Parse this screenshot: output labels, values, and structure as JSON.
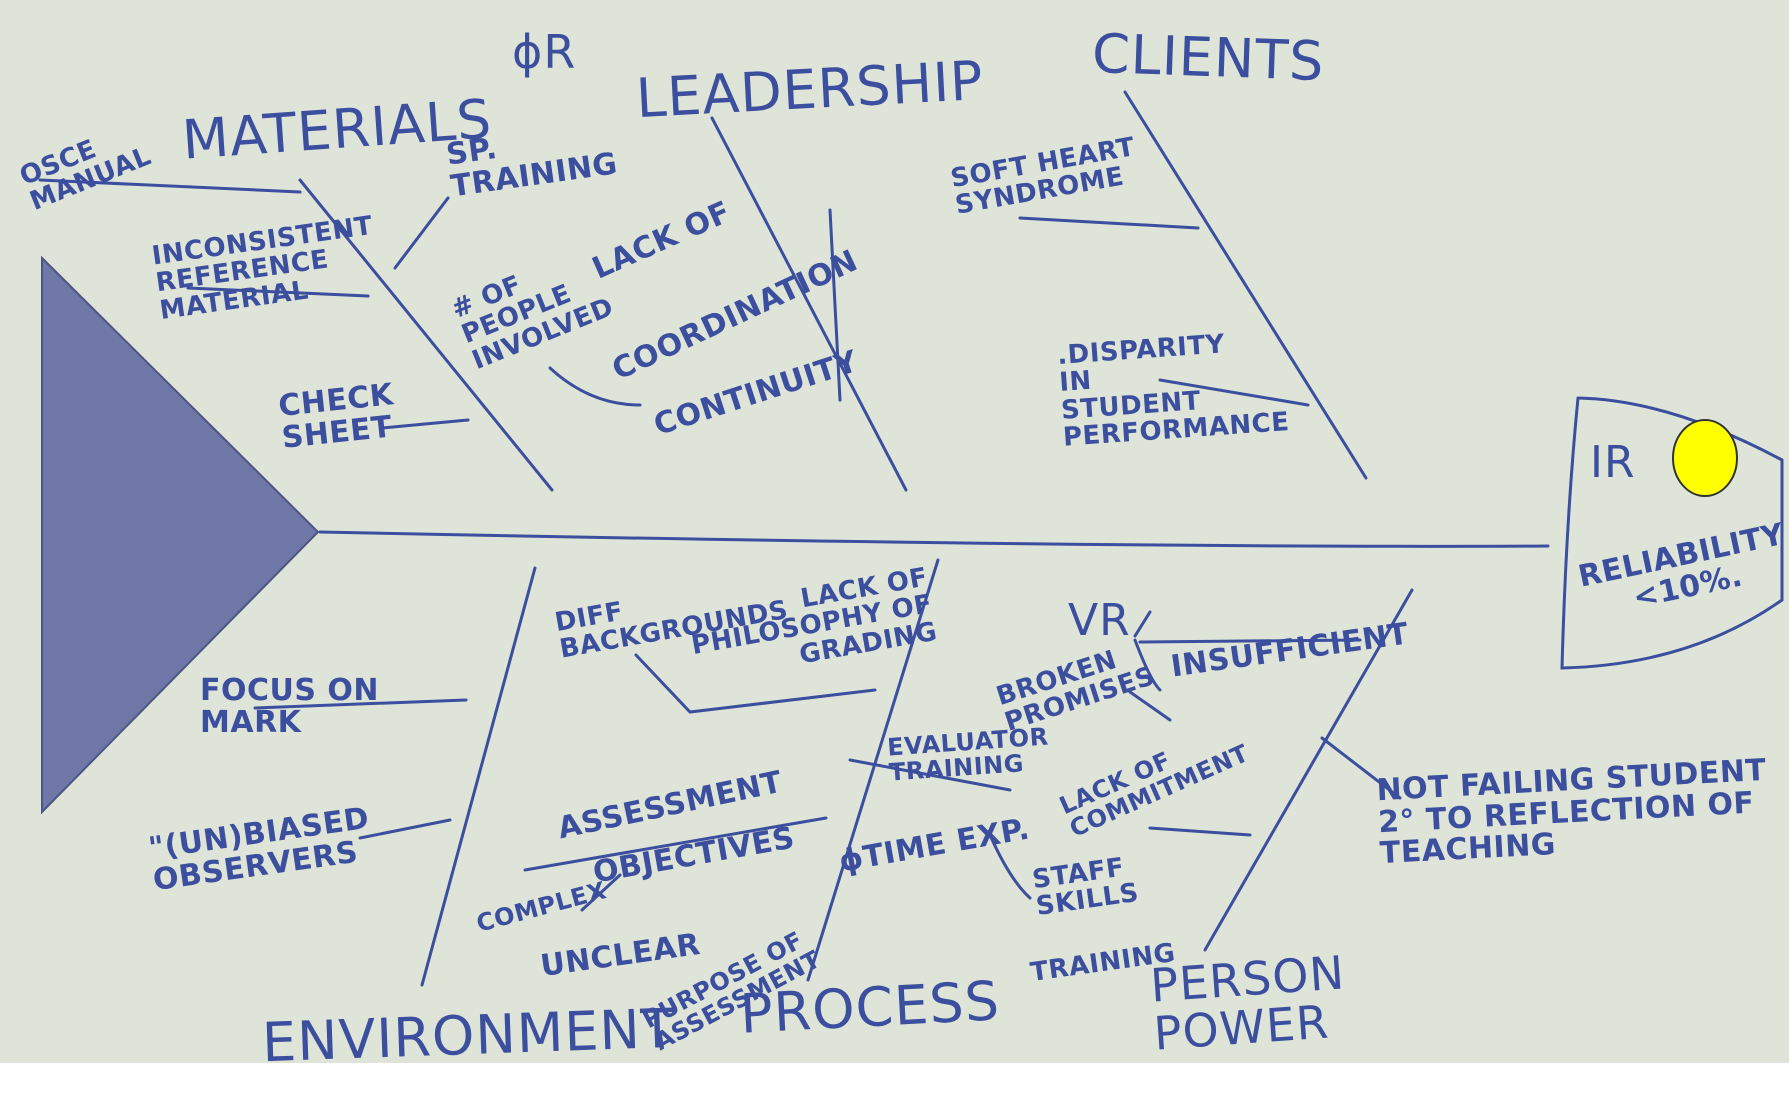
{
  "categories": {
    "materials": "MATERIALS",
    "leadership": "LEADERSHIP",
    "clients": "CLIENTS",
    "environment": "ENVIRONMENT",
    "process": "PROCESS",
    "person_power": "PERSON\nPOWER"
  },
  "causes": {
    "osce_manual": "OSCE\nMANUAL",
    "sp_training": "SP.\nTRAINING",
    "phi_r": "ɸR",
    "inconsistent": "INCONSISTENT\nREFERENCE\nMATERIAL",
    "check_sheet": "CHECK\nSHEET",
    "num_people": "# OF\nPEOPLE\nINVOLVED",
    "lack_of": "LACK OF",
    "coordination": "COORDINATION",
    "continuity": "CONTINUITY",
    "soft_heart": "SOFT HEART\nSYNDROME",
    "disparity": ".DISPARITY\nIN\nSTUDENT\nPERFORMANCE",
    "diff_backgrounds": "DIFF\nBACKGROUNDS",
    "lack_philosophy": "LACK OF\nPHILOSOPHY OF\nGRADING",
    "focus_on_mark": "FOCUS ON\nMARK",
    "unbiased": "\"(UN)BIASED\nOBSERVERS",
    "assessment": "ASSESSMENT",
    "complex": "COMPLEX",
    "objectives": "OBJECTIVES",
    "unclear": "UNCLEAR",
    "purpose": "PURPOSE OF\nASSESSMENT",
    "vr": "VR",
    "broken": "BROKEN\nPROMISES",
    "insufficient": "INSUFFICIENT",
    "evaluator": "EVALUATOR\nTRAINING",
    "lack_commitment": "LACK OF\nCOMMITMENT",
    "phi_time": "ɸTIME EXP.",
    "staff_skills": "STAFF\nSKILLS",
    "training2": "TRAINING",
    "not_failing": "NOT FAILING STUDENT\n2° TO REFLECTION OF\nTEACHING"
  },
  "head": {
    "ir": "IR",
    "reliability": "RELIABILITY\n<10%."
  },
  "colors": {
    "ink": "#3b4f9e",
    "paper": "#dfe4d8",
    "tail": "#6e77a6",
    "dot": "#ffff00"
  }
}
